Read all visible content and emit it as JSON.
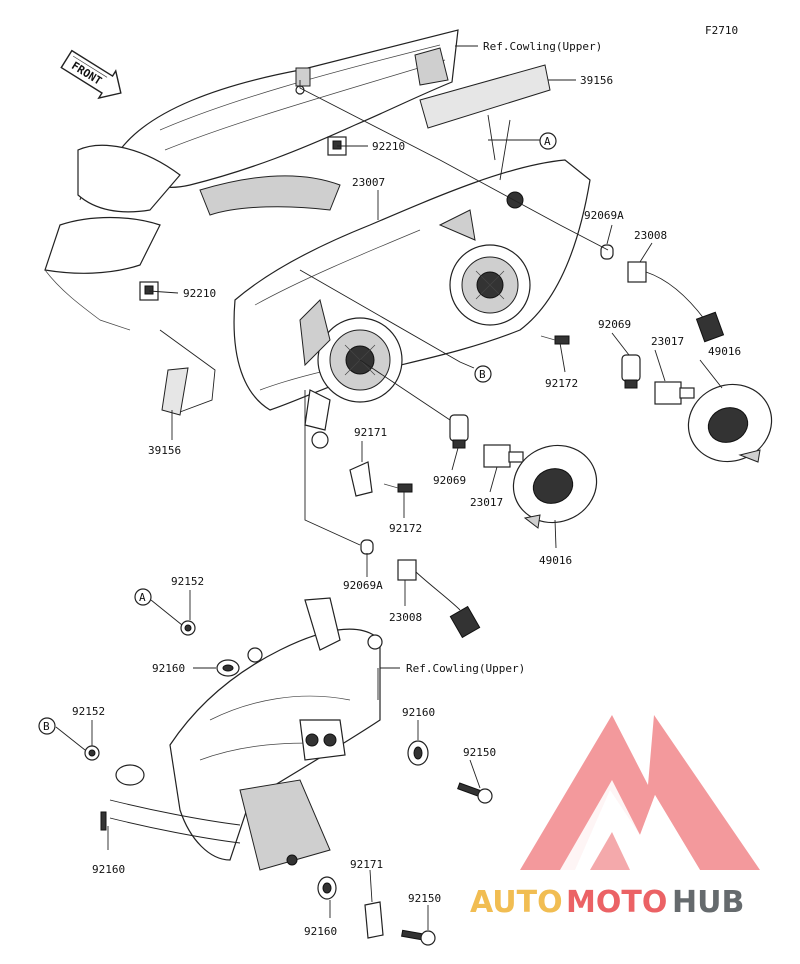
{
  "diagram_id": "F2710",
  "front_arrow": "FRONT",
  "part_numbers": {
    "p92210_a": "92210",
    "p92210_b": "92210",
    "p39156_a": "39156",
    "p39156_b": "39156",
    "p23007": "23007",
    "p92069A_a": "92069A",
    "p92069A_b": "92069A",
    "p23008_a": "23008",
    "p23008_b": "23008",
    "p92069_a": "92069",
    "p92069_b": "92069",
    "p23017_a": "23017",
    "p23017_b": "23017",
    "p49016_a": "49016",
    "p49016_b": "49016",
    "p92172_a": "92172",
    "p92172_b": "92172",
    "p92171_a": "92171",
    "p92171_b": "92171",
    "p92152_a": "92152",
    "p92152_b": "92152",
    "p92160_a": "92160",
    "p92160_b": "92160",
    "p92160_c": "92160",
    "p92160_d": "92160",
    "p92150_a": "92150",
    "p92150_b": "92150"
  },
  "references": {
    "cowling_upper_top": "Ref.Cowling(Upper)",
    "cowling_upper_bottom": "Ref.Cowling(Upper)"
  },
  "callouts": {
    "A_top": "A",
    "B_top": "B",
    "A_bottom": "A",
    "B_bottom": "B"
  },
  "watermark": {
    "brand_auto": "AUTO",
    "brand_moto": "MOTO",
    "brand_hub": "HUB"
  },
  "colors": {
    "watermark_red": "#e8474b",
    "watermark_gold": "#f0b640",
    "watermark_gray": "#555a5e"
  }
}
